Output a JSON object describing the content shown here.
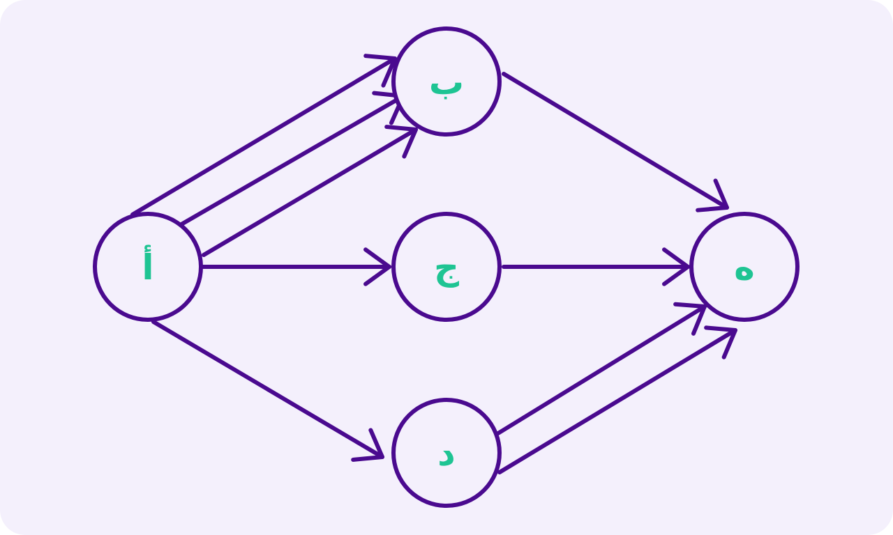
{
  "colors": {
    "background": "#f4f0fc",
    "stroke": "#4a0a8f",
    "label": "#1ec493",
    "node_fill": "#f4f0fc"
  },
  "nodes": [
    {
      "id": "a",
      "label": "أ"
    },
    {
      "id": "b",
      "label": "ب"
    },
    {
      "id": "c",
      "label": "ج"
    },
    {
      "id": "d",
      "label": "د"
    },
    {
      "id": "e",
      "label": "ه"
    }
  ],
  "edges": [
    {
      "from": "a",
      "to": "b"
    },
    {
      "from": "a",
      "to": "b"
    },
    {
      "from": "a",
      "to": "b"
    },
    {
      "from": "a",
      "to": "c"
    },
    {
      "from": "a",
      "to": "d"
    },
    {
      "from": "b",
      "to": "e"
    },
    {
      "from": "c",
      "to": "e"
    },
    {
      "from": "d",
      "to": "e"
    },
    {
      "from": "d",
      "to": "e"
    }
  ]
}
